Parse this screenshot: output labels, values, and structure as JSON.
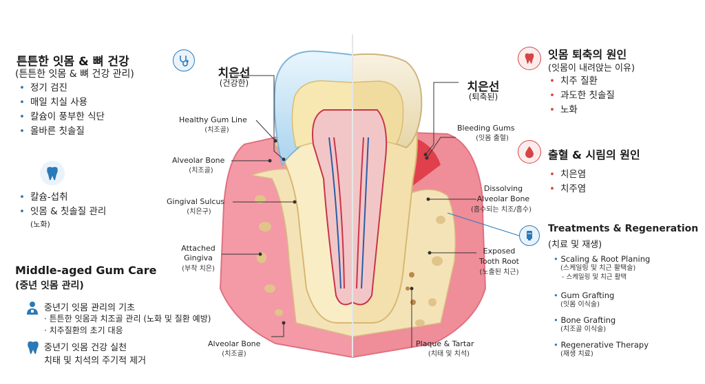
{
  "left": {
    "heading": "튼튼한 잇몸 & 뼈 건강",
    "subheading": "(튼튼한 잇몸 & 뼈 건강 관리)",
    "items": [
      "정기 검진",
      "매일 치실 사용",
      "칼슘이 풍부한 식단",
      "올바른 칫솔질"
    ],
    "calcium_items": [
      "칼슘-섭취",
      "잇몸 & 칫솔질 관리"
    ],
    "calcium_note": "(노화)",
    "middle_title": "Middle-aged Gum Care",
    "middle_subtitle": "(중년 잇몸 관리)",
    "basics_title": "중년기 잇몸 관리의 기초",
    "basics_line1": "· 튼튼한 잇몸과 치조골 관리 (노화 및 질환 예방)",
    "basics_line2": "· 치주질환의 초기 대응",
    "practice_line1": "중년기 잇몸 건강 실천",
    "practice_line2": "치태 및 치석의 주기적 제거"
  },
  "center_left": {
    "title": "치은선",
    "title_sub": "(건강한)",
    "gum_line": "Healthy Gum Line",
    "gum_line_sub": "(치조골)",
    "alveolar": "Alveolar Bone",
    "alveolar_sub": "(치조골)",
    "sulcus": "Gingival Sulcus",
    "sulcus_sub": "(치은구)",
    "attached1": "Attached",
    "attached2": "Gingiva",
    "attached_sub": "(부착 치은)",
    "alveolar_bottom": "Alveolar Bone",
    "alveolar_bottom_sub": "(치조골)"
  },
  "center_right": {
    "title": "치은선",
    "title_sub": "(퇴축된)",
    "bleeding": "Bleeding Gums",
    "bleeding_sub": "(잇몸 출혈)",
    "dissolving1": "Dissolving",
    "dissolving2": "Alveolar Bone",
    "dissolving_sub": "(흡수되는 치조/흡수)",
    "exposed1": "Exposed",
    "exposed2": "Tooth Root",
    "exposed_sub": "(노출된 치근)",
    "plaque": "Plaque & Tartar",
    "plaque_sub": "(치태 및 치석)"
  },
  "right": {
    "recession_title": "잇몸 퇴축의 원인",
    "recession_sub": "(잇몸이 내려앉는 이유)",
    "recession_items": [
      "치주 질환",
      "과도한 칫솔질",
      "노화"
    ],
    "bleeding_title": "출혈 & 시림의 원인",
    "bleeding_items": [
      "치은염",
      "치주염"
    ],
    "treat_title": "Treatments & Regeneration",
    "treat_sub": "(치료 및 재생)",
    "t1": "Scaling & Root Planing",
    "t1_sub": "(스케일링 및 치근 활택술)",
    "t1_sub2": "- 스케일링 및 치근 활택",
    "t2": "Gum Grafting",
    "t2_sub": "(잇몸 이식술)",
    "t3": "Bone Grafting",
    "t3_sub": "(치조골 이식술)",
    "t4": "Regenerative Therapy",
    "t4_sub": "(재생 치료)"
  },
  "icons": {
    "stethoscope": "stethoscope-icon",
    "tooth_brush": "tooth-brush-icon",
    "doctor": "doctor-icon",
    "tooth_small": "tooth-icon",
    "tooth_sad": "sad-tooth-icon",
    "blood_drop": "blood-drop-icon",
    "toothpaste": "toothpaste-icon"
  },
  "colors": {
    "gum_pink": "#f28b9a",
    "gum_red": "#e0404b",
    "bone": "#f3e1b5",
    "enamel_blue": "#d6ecf8",
    "nerve_red": "#c8334a",
    "accent_blue": "#2a79b8",
    "accent_red": "#d64545"
  }
}
